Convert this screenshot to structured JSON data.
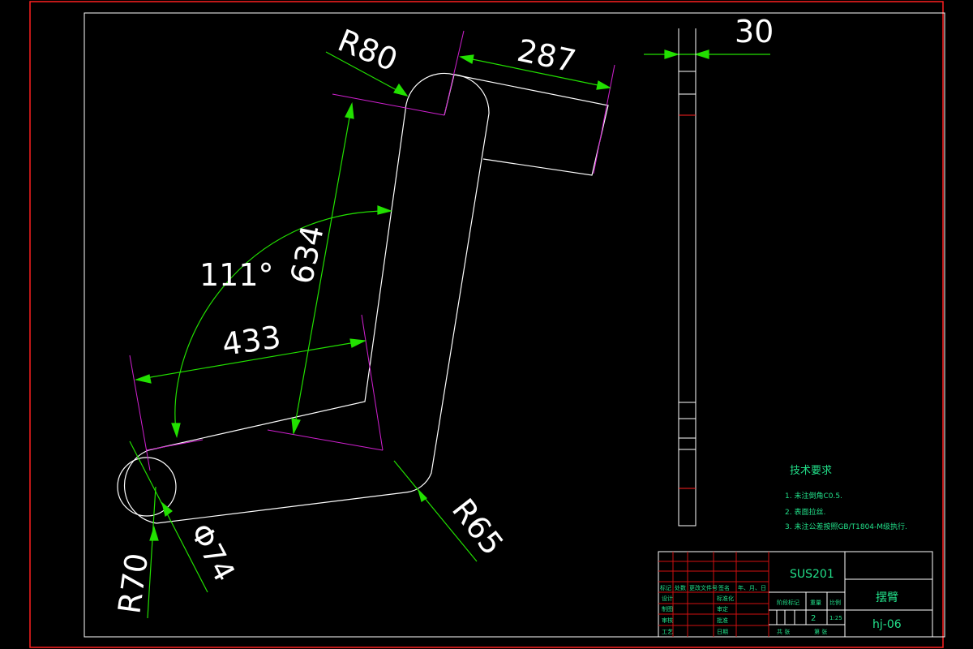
{
  "colors": {
    "background": "#000000",
    "outer_frame": "#ff2020",
    "inner_frame": "#ffffff",
    "part_lines": "#ffffff",
    "dimension_lines": "#22e000",
    "extension_lines": "#d020d0",
    "notes": "#22e08a",
    "title_block_red": "#d01010",
    "title_block_white": "#ffffff"
  },
  "dimensions": {
    "r80": "R80",
    "d287": "287",
    "d634": "634",
    "angle111": "111°",
    "d433": "433",
    "r65": "R65",
    "r70": "R70",
    "phi74": "Φ74",
    "thk30": "30"
  },
  "notes": {
    "heading": "技术要求",
    "items": [
      "1. 未注倒角C0.5.",
      "2. 表面拉丝.",
      "3. 未注公差按照GB/T1804-M级执行."
    ]
  },
  "title_block": {
    "material": "SUS201",
    "part_name": "摆臂",
    "drawing_number": "hj-06",
    "header_labels": [
      "标记",
      "处数",
      "更改文件号",
      "签名",
      "年、月、日"
    ],
    "left_rows": [
      {
        "label": "设计",
        "right_label": "标准化"
      },
      {
        "label": "制图",
        "right_label": "审定"
      },
      {
        "label": "审核",
        "right_label": "批准"
      },
      {
        "label": "工艺",
        "right_label": "日期"
      }
    ],
    "stage_label": "阶段标记",
    "weight_label": "重量",
    "scale_label": "比例",
    "weight_value": "2",
    "scale_value": "1:25",
    "sheet_total_label": "共 张",
    "sheet_label": "第 张"
  }
}
